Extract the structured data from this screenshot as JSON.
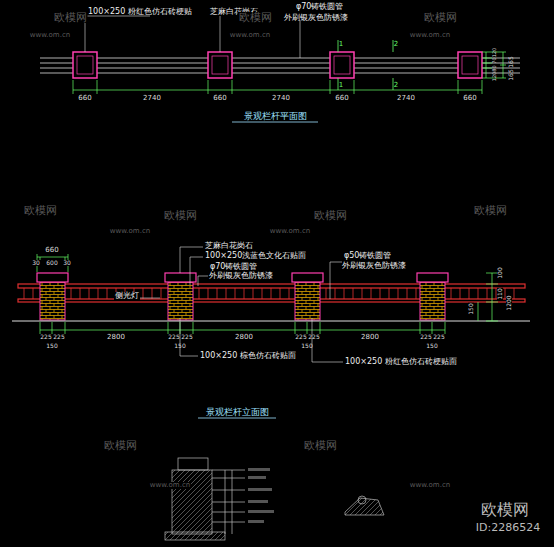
{
  "diagram": {
    "labels": [
      "100×250 粉红色仿石砖梗贴",
      "芝麻白花岗石",
      "φ70铸铁圆管",
      "外刷银灰色防锈漆",
      "1",
      "2",
      "1",
      "2",
      "660",
      "2740",
      "660",
      "2740",
      "660",
      "2740",
      "660",
      "120",
      "70",
      "80",
      "120",
      "165",
      "165",
      "景观栏杆平面图",
      "660",
      "30",
      "600",
      "30",
      "芝麻白花岗石",
      "100×250浅蓝色文化石贴面",
      "φ70铸铁圆管",
      "外刷银灰色防锈漆",
      "侧光灯",
      "φ50铸铁圆管",
      "外刷银灰色防锈漆",
      "100",
      "110",
      "150",
      "1200",
      "225",
      "225",
      "150",
      "2800",
      "225",
      "225",
      "150",
      "2800",
      "225",
      "225",
      "150",
      "2800",
      "225",
      "225",
      "150",
      "100×250 棕色仿石砖贴面",
      "100×250 粉红色仿石砖梗贴面",
      "景观栏杆立面图",
      "欧模网",
      "欧模网",
      "欧模网",
      "欧模网",
      "欧模网",
      "欧模网",
      "欧模网",
      "欧模网",
      "欧模网",
      "www.om.cn",
      "www.om.cn",
      "www.om.cn",
      "www.om.cn",
      "www.om.cn",
      "www.om.cn",
      "www.om.cn",
      "欧模网",
      "ID:2286524"
    ]
  }
}
